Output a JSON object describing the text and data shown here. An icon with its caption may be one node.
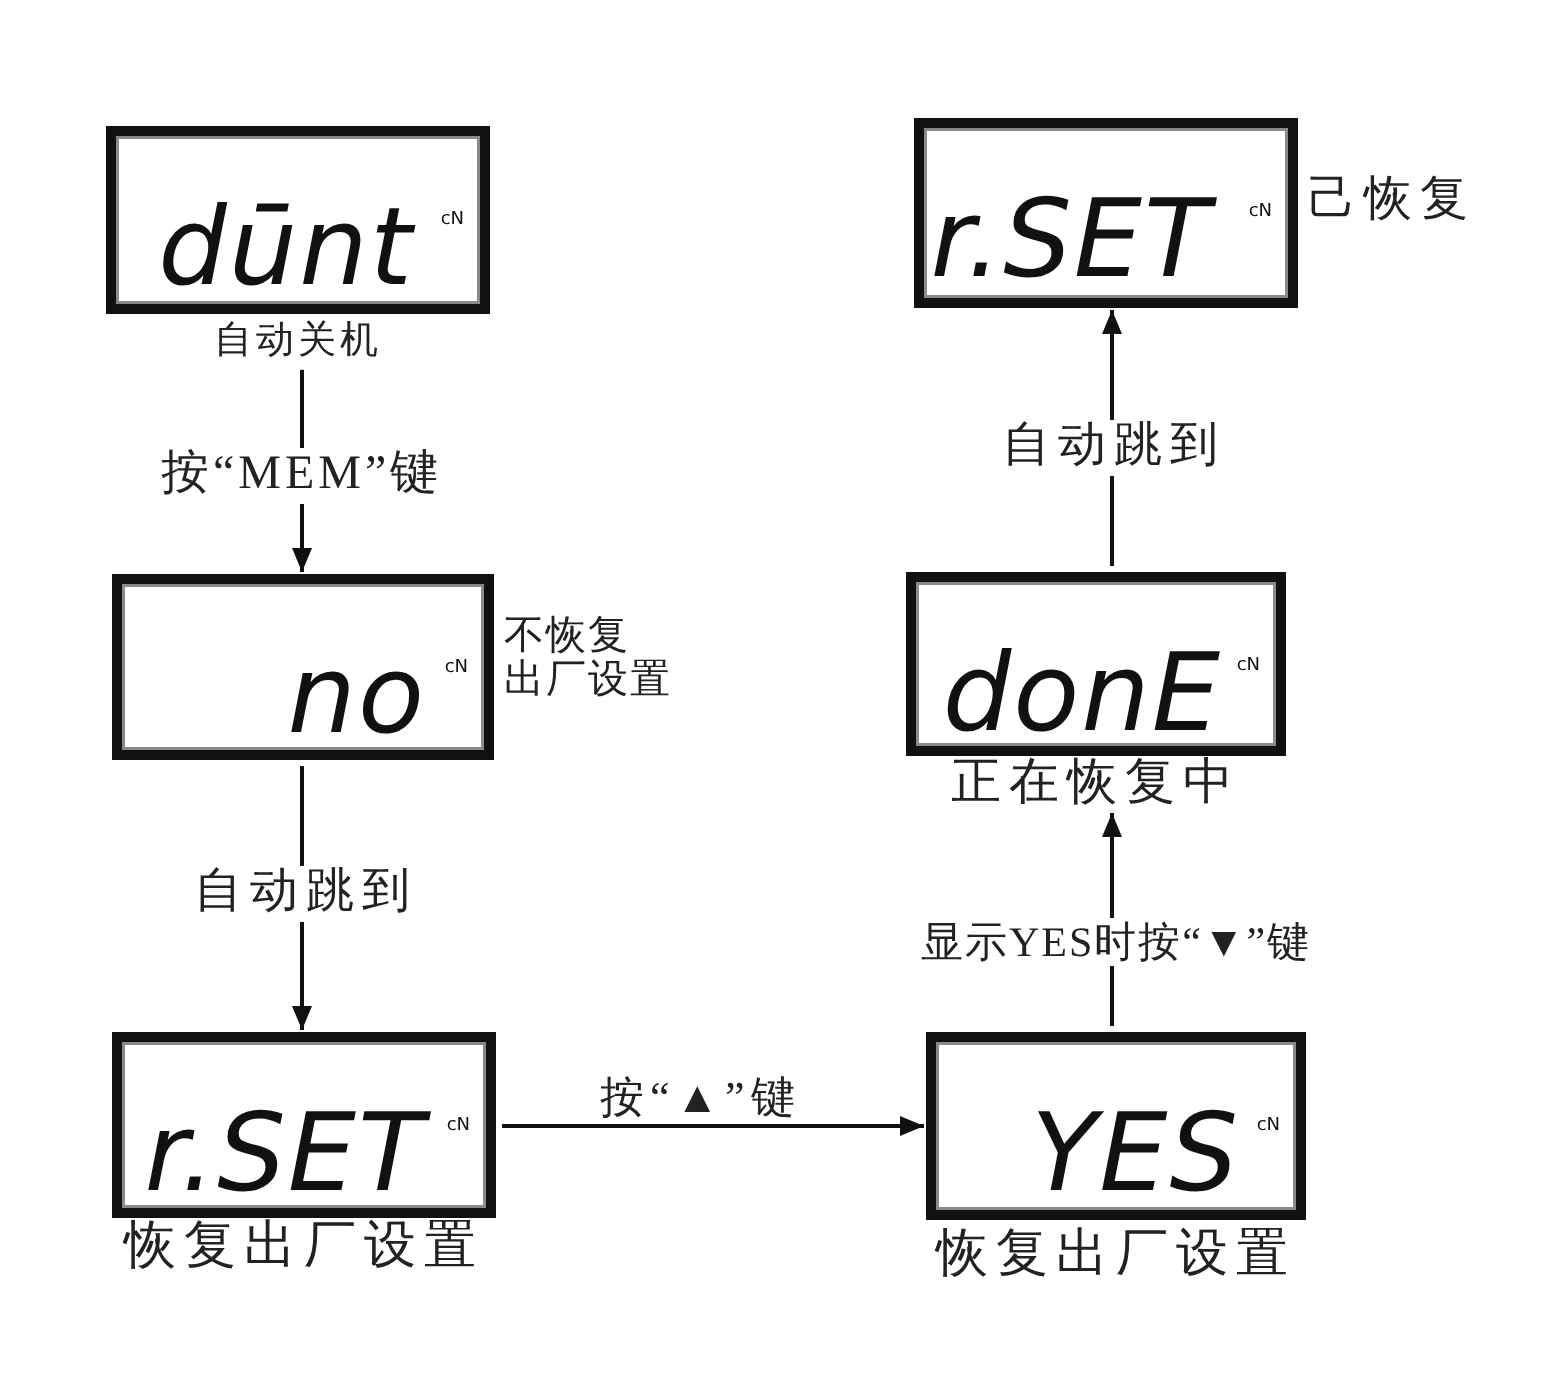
{
  "diagram": {
    "nodes": [
      {
        "text": [
          "dūnt",
          "cN"
        ],
        "beside": [
          "自动关机"
        ]
      },
      {
        "text": [
          "no",
          "cN"
        ],
        "beside": [
          "不恢复出厂设置"
        ]
      },
      {
        "text": [
          "r.SET",
          "cN"
        ],
        "beside": [
          "恢复出厂设置"
        ]
      },
      {
        "text": [
          "YES",
          "cN"
        ],
        "beside": [
          "恢复出厂设置"
        ]
      },
      {
        "text": [
          "donE",
          "cN"
        ],
        "beside": [
          "正在恢复中"
        ]
      },
      {
        "text": [
          "r.SET",
          "cN"
        ],
        "beside": [
          "己恢复"
        ]
      }
    ],
    "edges": [
      {
        "from": 0,
        "to": 1,
        "arrow": "to",
        "label": "按“MEM”键"
      },
      {
        "from": 1,
        "to": 2,
        "arrow": "to",
        "label": "自动跳到"
      },
      {
        "from": 2,
        "to": 3,
        "arrow": "to",
        "label": "按“▲”键"
      },
      {
        "from": 3,
        "to": 4,
        "arrow": "to",
        "label": "显示YES时按“▼”键"
      },
      {
        "from": 4,
        "to": 5,
        "arrow": "to",
        "label": "自动跳到"
      }
    ]
  }
}
